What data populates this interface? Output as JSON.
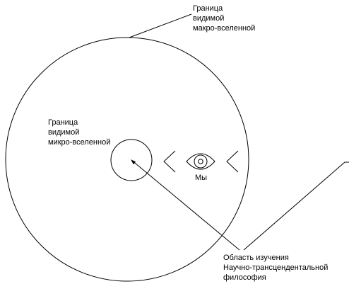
{
  "macro_label": {
    "line1": "Граница",
    "line2": "видимой",
    "line3": "макро-вселенной"
  },
  "micro_label": {
    "line1": "Граница",
    "line2": "видимой",
    "line3": "микро-вселенной"
  },
  "observer_label": "Мы",
  "study_label": {
    "line1": "Область изучения",
    "line2": "Научно-трансцендентальной",
    "line3": "философия"
  },
  "icons": {
    "observer": "eye-icon",
    "chevrons": "chevron-left-icon"
  },
  "colors": {
    "stroke": "#000000",
    "background": "#ffffff"
  }
}
